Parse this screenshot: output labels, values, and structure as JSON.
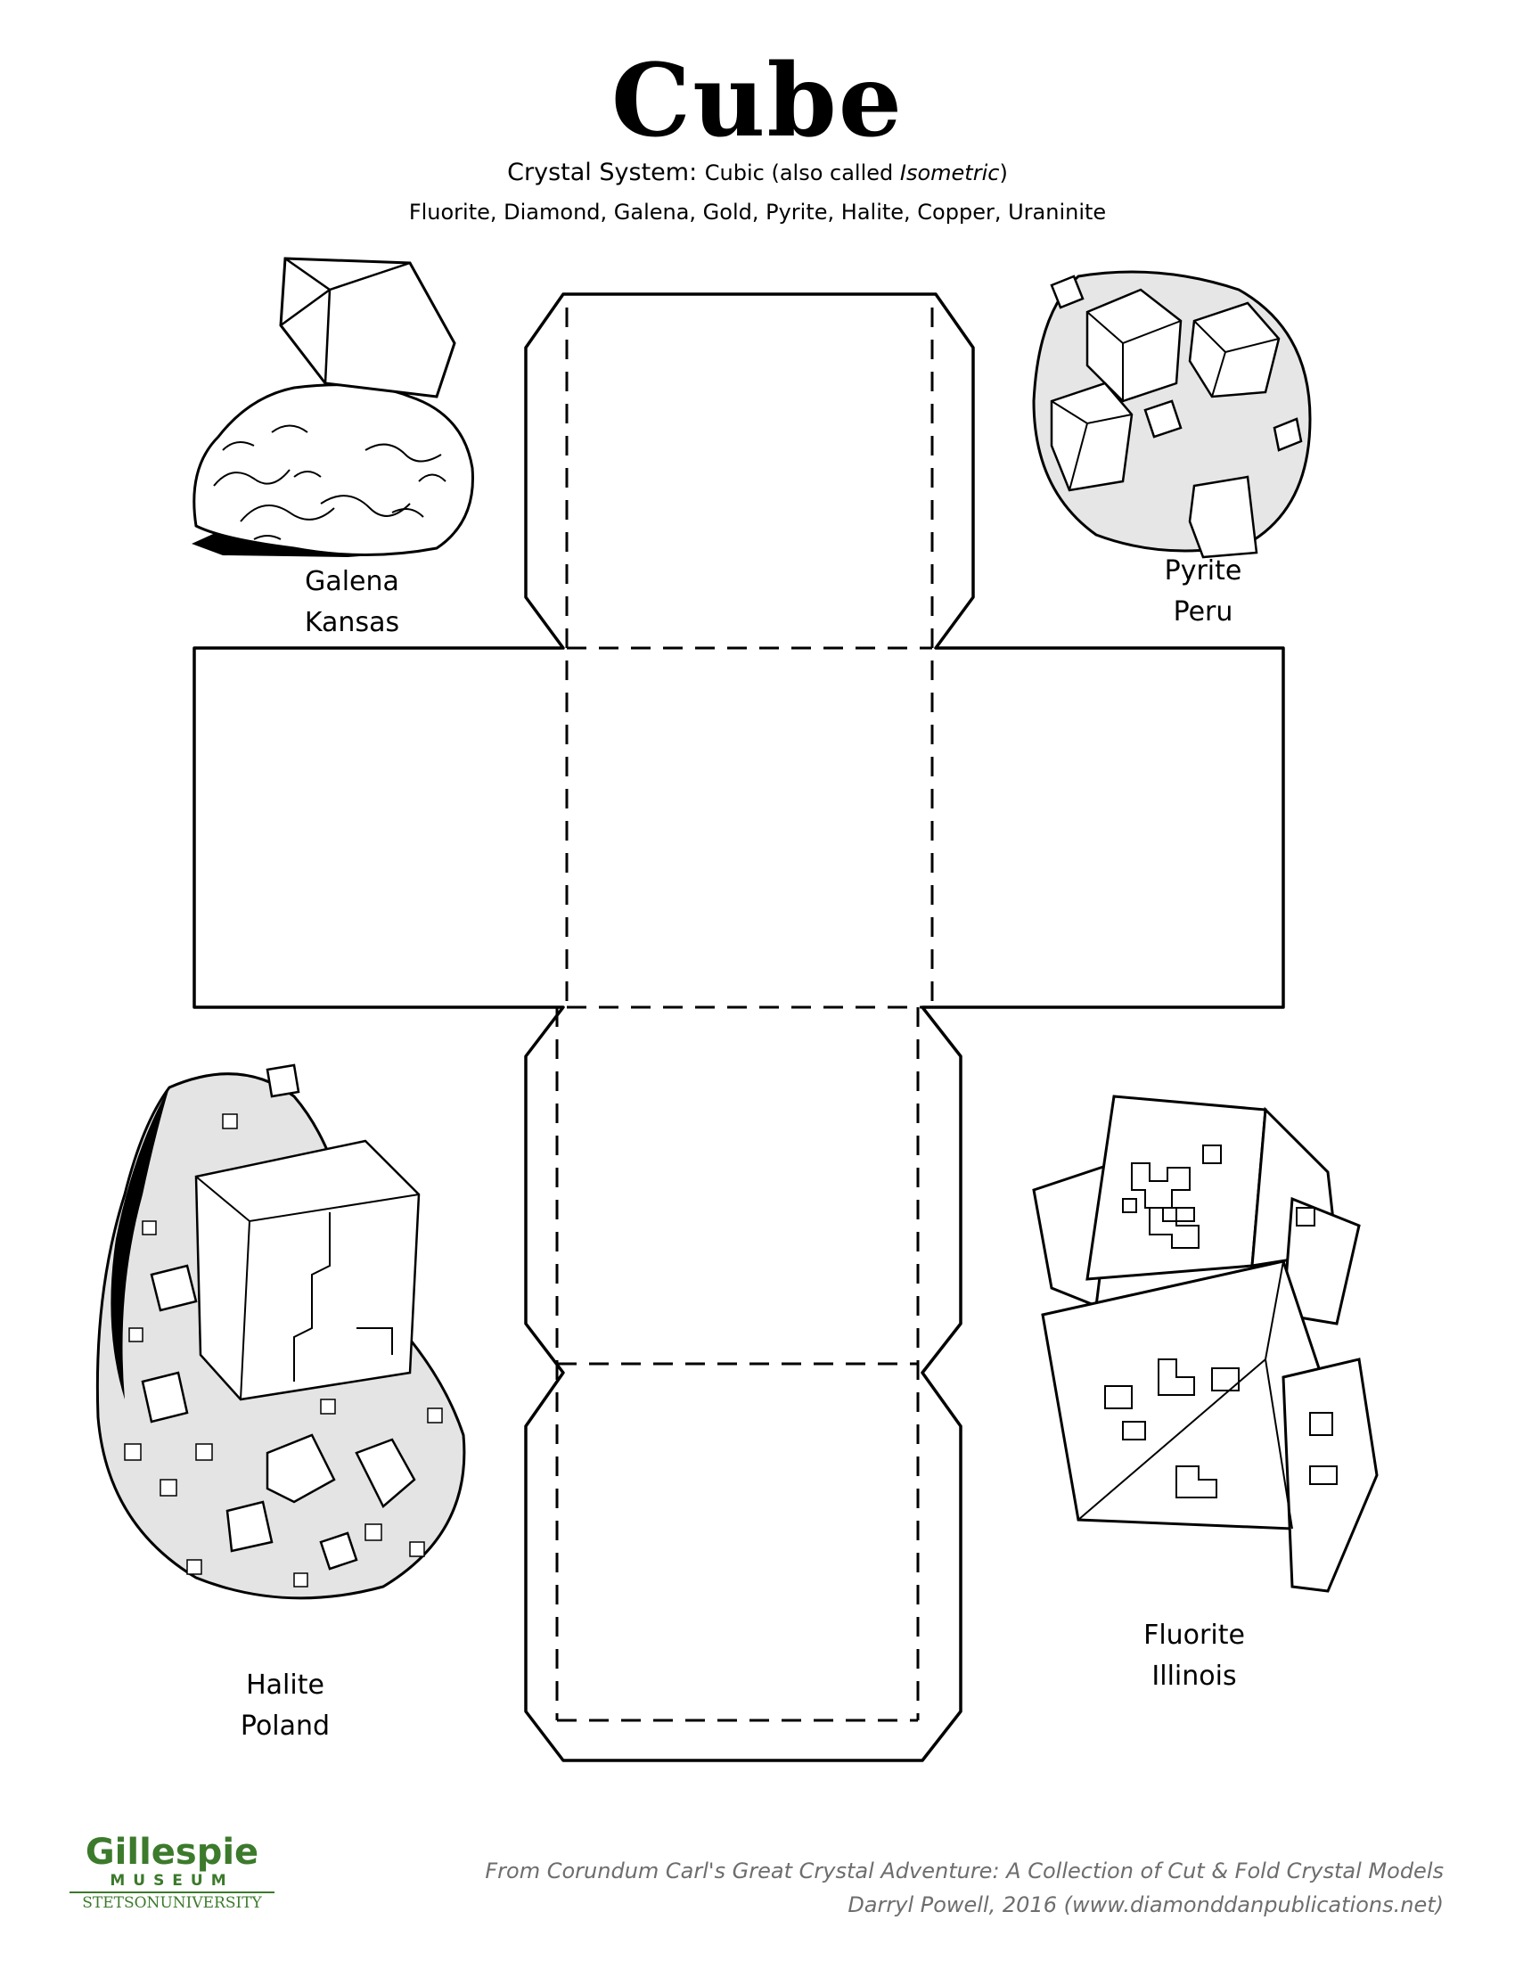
{
  "title": "Cube",
  "crystal_system": {
    "label": "Crystal System:",
    "value_prefix": "Cubic (also called ",
    "value_italic": "Isometric",
    "value_suffix": ")"
  },
  "minerals": "Fluorite, Diamond, Galena, Gold, Pyrite, Halite, Copper, Uraninite",
  "specimens": {
    "galena": {
      "name": "Galena",
      "locality": "Kansas"
    },
    "pyrite": {
      "name": "Pyrite",
      "locality": "Peru"
    },
    "halite": {
      "name": "Halite",
      "locality": "Poland"
    },
    "fluorite": {
      "name": "Fluorite",
      "locality": "Illinois"
    }
  },
  "logo": {
    "name": "Gillespie",
    "museum": "MUSEUM",
    "university_a": "STETSON",
    "university_b": "UNIVERSITY"
  },
  "credit": {
    "line1": "From Corundum Carl's Great Crystal Adventure: A Collection of Cut & Fold Crystal Models",
    "line2": "Darryl Powell, 2016 (www.diamonddanpublications.net)"
  }
}
